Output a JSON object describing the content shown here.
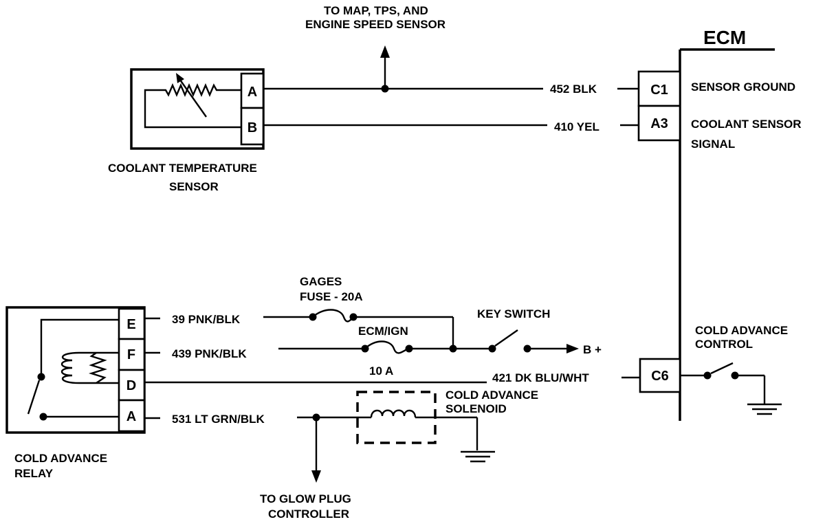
{
  "ecm": {
    "title": "ECM",
    "pins": [
      {
        "id": "C1",
        "function": "SENSOR GROUND",
        "wire": "452 BLK"
      },
      {
        "id": "A3",
        "function_line1": "COOLANT SENSOR",
        "function_line2": "SIGNAL",
        "wire": "410 YEL"
      },
      {
        "id": "C6",
        "function_line1": "COLD ADVANCE",
        "function_line2": "CONTROL",
        "wire": "421 DK BLU/WHT"
      }
    ]
  },
  "coolant_sensor": {
    "label_line1": "COOLANT TEMPERATURE",
    "label_line2": "SENSOR",
    "pins": [
      "A",
      "B"
    ]
  },
  "branch_top": {
    "line1": "TO MAP, TPS, AND",
    "line2": "ENGINE SPEED SENSOR"
  },
  "relay": {
    "label_line1": "COLD ADVANCE",
    "label_line2": "RELAY",
    "pins": [
      "E",
      "F",
      "D",
      "A"
    ],
    "wires": [
      "39 PNK/BLK",
      "439 PNK/BLK",
      "531 LT GRN/BLK"
    ]
  },
  "fuses": {
    "gages_line1": "GAGES",
    "gages_line2": "FUSE - 20A",
    "ecm_ign": "ECM/IGN",
    "ecm_ign_rating": "10 A"
  },
  "key_switch": {
    "label": "KEY SWITCH",
    "supply": "B +"
  },
  "solenoid": {
    "line1": "COLD ADVANCE",
    "line2": "SOLENOID"
  },
  "glow_plug": {
    "line1": "TO GLOW PLUG",
    "line2": "CONTROLLER"
  }
}
